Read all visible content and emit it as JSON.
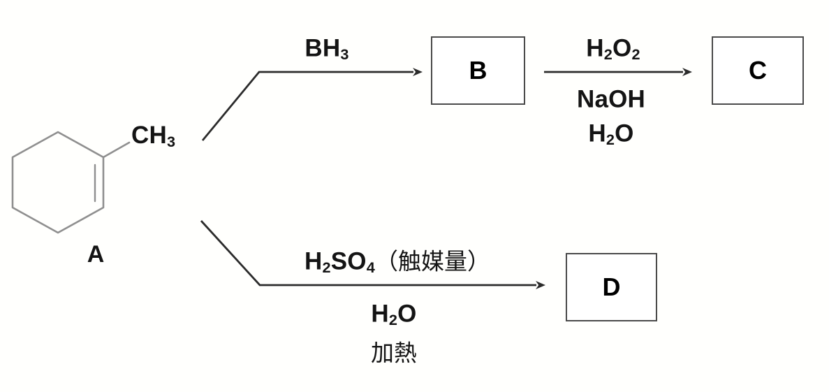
{
  "diagram": {
    "type": "organic-reaction-scheme",
    "title": "",
    "background_color": "#fffffd",
    "ink_color": "#141414",
    "structure_line_color": "#8c8c8c",
    "box_border_color": "#4a4a4a",
    "arrow_color": "#2b2b2b"
  },
  "reactant": {
    "label": "A",
    "substituent": "CH",
    "substituent_sub": "3",
    "structure_name": "1-methylcyclohexene",
    "ring": "cyclohexene",
    "double_bond": "right-edge"
  },
  "products": [
    {
      "id": "box-b",
      "label": "B"
    },
    {
      "id": "box-c",
      "label": "C"
    },
    {
      "id": "box-d",
      "label": "D"
    }
  ],
  "reactions": [
    {
      "id": "hydroboration",
      "branch": "upper",
      "above": [
        {
          "text": "BH",
          "sub": "3"
        }
      ],
      "below": []
    },
    {
      "id": "oxidation",
      "branch": "upper",
      "above": [
        {
          "text": "H",
          "sub": "2",
          "text2": "O",
          "sub2": "2"
        }
      ],
      "below": [
        {
          "text": "NaOH"
        },
        {
          "text": "H",
          "sub": "2",
          "text2": "O"
        }
      ]
    },
    {
      "id": "acid-hydration",
      "branch": "lower",
      "above": [
        {
          "text": "H",
          "sub": "2",
          "text2": "SO",
          "sub2": "4",
          "note": "（触媒量）"
        }
      ],
      "below": [
        {
          "text": "H",
          "sub": "2",
          "text2": "O"
        },
        {
          "text": "加熱",
          "japanese": true
        }
      ]
    }
  ],
  "labels": {
    "bh3_main": "BH",
    "bh3_sub": "3",
    "h2o2_h": "H",
    "h2o2_sub1": "2",
    "h2o2_o": "O",
    "h2o2_sub2": "2",
    "naoh": "NaOH",
    "h2o_h": "H",
    "h2o_sub": "2",
    "h2o_o": "O",
    "h2so4_h": "H",
    "h2so4_sub1": "2",
    "h2so4_so": "SO",
    "h2so4_sub2": "4",
    "catalytic_note": "（触媒量）",
    "heat": "加熱",
    "ch3_main": "CH",
    "ch3_sub": "3",
    "label_a": "A",
    "label_b": "B",
    "label_c": "C",
    "label_d": "D"
  }
}
